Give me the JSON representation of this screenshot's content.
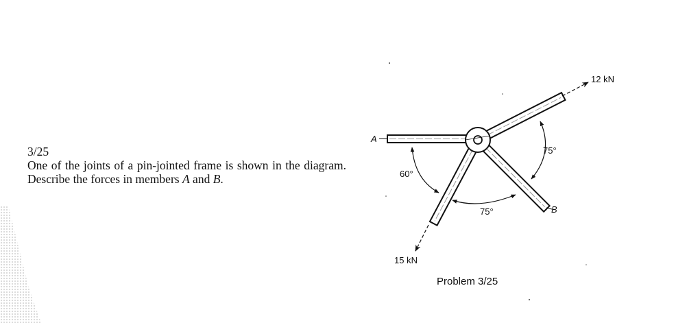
{
  "problem": {
    "number": "3/25",
    "text_before_A": "One of the joints of a pin-jointed frame is shown in the diagram. Describe the forces in members ",
    "member_A": "A",
    "text_and": " and ",
    "member_B": "B",
    "text_end": "."
  },
  "figure": {
    "caption": "Problem 3/25",
    "labels": {
      "member_a": "A",
      "member_b": "B",
      "force_upper": "12 kN",
      "force_lower": "15 kN",
      "angle_a_lower": "60°",
      "angle_right": "75°",
      "angle_bottom": "75°"
    }
  }
}
